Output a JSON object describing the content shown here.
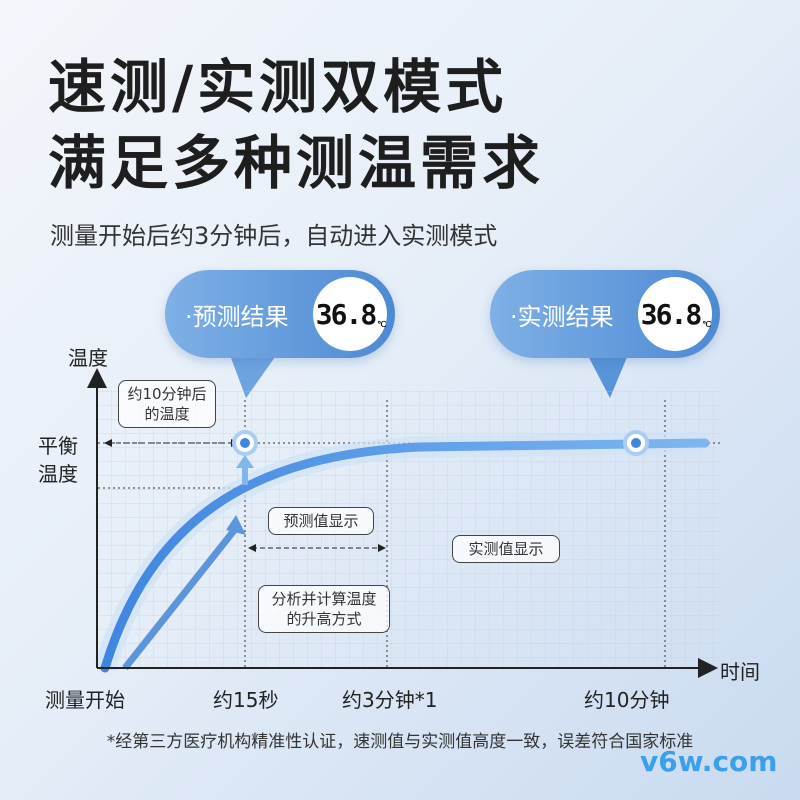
{
  "title": {
    "line1": "速测/实测双模式",
    "line2": "满足多种测温需求"
  },
  "subtitle": "测量开始后约3分钟后，自动进入实测模式",
  "bubbles": [
    {
      "label": "·预测结果",
      "value": "36.8",
      "unit": "℃"
    },
    {
      "label": "·实测结果",
      "value": "36.8",
      "unit": "℃"
    }
  ],
  "axes": {
    "y_label": "温度",
    "x_label": "时间",
    "equilibrium_label": "平衡温度"
  },
  "annotations": {
    "temp_after_10min": "约10分钟后的温度",
    "predicted_display": "预测值显示",
    "actual_display": "实测值显示",
    "analysis": "分析并计算温度的升高方式"
  },
  "ticks": [
    "测量开始",
    "约15秒",
    "约3分钟*1",
    "约10分钟"
  ],
  "footnote": "*经第三方医疗机构精准性认证，速测值与实测值高度一致，误差符合国家标准",
  "watermark": "v6w.com",
  "colors": {
    "accent": "#4d8ad3",
    "curve": "#4a90e2"
  }
}
